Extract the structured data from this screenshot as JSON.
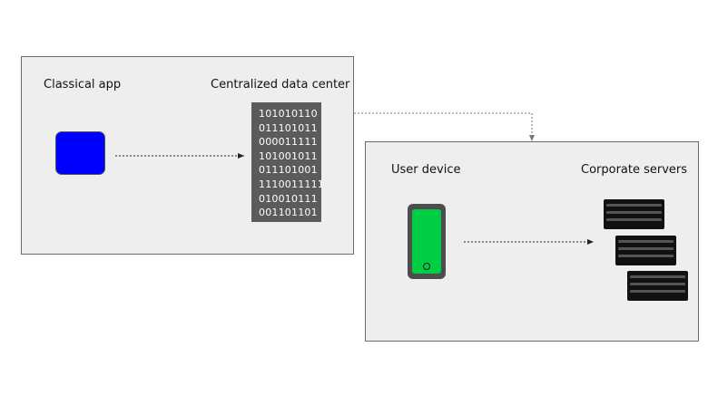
{
  "classical_panel": {
    "app_label": "Classical app",
    "datacenter_label": "Centralized data center",
    "binary_lines": [
      "101010110",
      "011101011",
      "000011111",
      "101001011",
      "011101001",
      "1110011111",
      "010010111",
      "001101101"
    ]
  },
  "user_panel": {
    "device_label": "User device",
    "servers_label": "Corporate servers"
  },
  "colors": {
    "app_square": "#0000ff",
    "phone_screen": "#00cc44",
    "panel_bg": "#eeeeee",
    "binary_bg": "#5b5b5b",
    "server": "#111111"
  },
  "icons": {
    "app": "app-square-icon",
    "phone": "smartphone-icon",
    "servers": "server-rack-icon"
  }
}
